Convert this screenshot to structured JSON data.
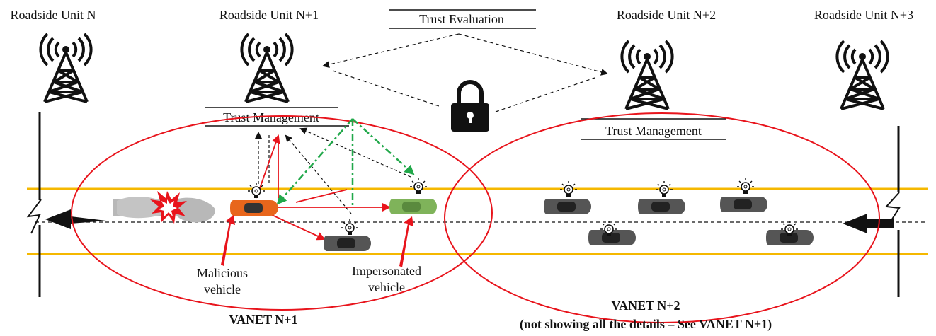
{
  "roadside_units": [
    {
      "label": "Roadside Unit  N"
    },
    {
      "label": "Roadside Unit  N+1"
    },
    {
      "label": "Roadside Unit  N+2"
    },
    {
      "label": "Roadside Unit  N+3"
    }
  ],
  "trust_evaluation": "Trust Evaluation",
  "trust_management_left": "Trust Management",
  "trust_management_right": "Trust Management",
  "vehicles": {
    "malicious_label_line1": "Malicious",
    "malicious_label_line2": "vehicle",
    "impersonated_label_line1": "Impersonated",
    "impersonated_label_line2": "vehicle"
  },
  "vanet_left": {
    "label": "VANET N+1"
  },
  "vanet_right": {
    "label_line1": "VANET N+2",
    "label_line2": "(not showing all the details – See VANET N+1)"
  },
  "colors": {
    "road_line": "#f5b800",
    "vanet_circle": "#e8141c",
    "red_arrow": "#e8141c",
    "green_arrow": "#21a84a",
    "malicious_car": "#e8661c",
    "impersonated_car": "#7fb35a",
    "normal_car": "#555555",
    "ghost_car": "#b8b8b8"
  },
  "icons": [
    "cell-tower-icon",
    "padlock-icon",
    "lightbulb-icon",
    "car-icon",
    "explosion-icon",
    "lightning-icon"
  ]
}
